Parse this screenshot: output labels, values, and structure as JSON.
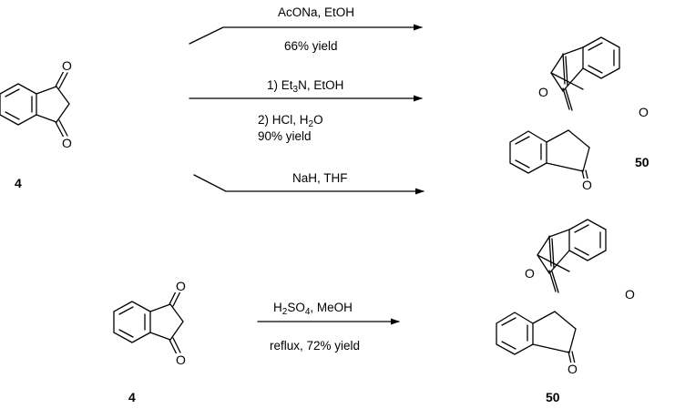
{
  "scheme_top": {
    "compound_start": "4",
    "compound_product": "50",
    "route1": {
      "reagents": "AcONa, EtOH",
      "yield": "66% yield"
    },
    "route2": {
      "step1_pre": "1) Et",
      "step1_sub": "3",
      "step1_post": "N, EtOH",
      "step2_pre": "2) HCl, H",
      "step2_sub": "2",
      "step2_post": "O",
      "yield": "90% yield"
    },
    "route3": {
      "reagents": "NaH, THF"
    }
  },
  "scheme_bottom": {
    "compound_start": "4",
    "compound_product": "50",
    "reagents_pre": "H",
    "reagents_sub1": "2",
    "reagents_mid": "SO",
    "reagents_sub2": "4",
    "reagents_post": ", MeOH",
    "conditions": "reflux, 72% yield"
  },
  "atom_symbol": "O"
}
